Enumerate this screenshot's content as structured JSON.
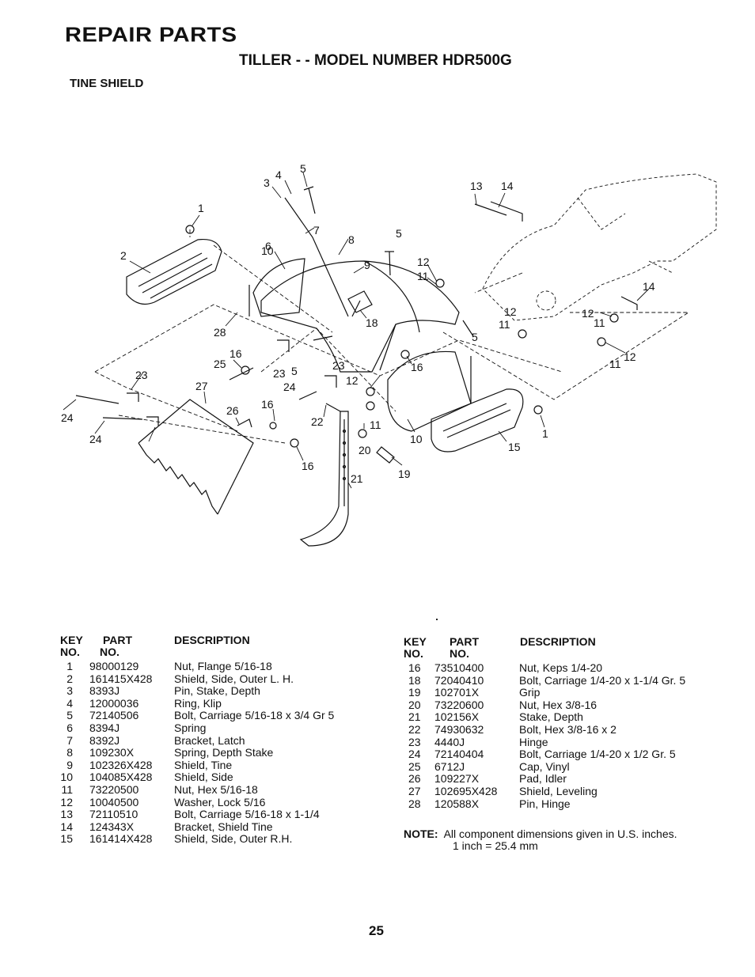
{
  "header": {
    "title": "REPAIR PARTS",
    "subtitle": "TILLER - - MODEL NUMBER HDR500G",
    "section": "TINE SHIELD"
  },
  "callouts": [
    "1",
    "2",
    "3",
    "4",
    "5",
    "6",
    "7",
    "8",
    "9",
    "10",
    "12",
    "11",
    "5",
    "13",
    "14",
    "12",
    "11",
    "14",
    "12",
    "11",
    "11",
    "12",
    "28",
    "16",
    "25",
    "23",
    "5",
    "23",
    "24",
    "27",
    "12",
    "26",
    "16",
    "22",
    "11",
    "20",
    "19",
    "21",
    "16",
    "23",
    "24",
    "24",
    "10",
    "15",
    "1",
    "16",
    "18",
    "5"
  ],
  "table_headers": {
    "key": "KEY",
    "no": "NO.",
    "part": "PART",
    "part_no": "NO.",
    "description": "DESCRIPTION"
  },
  "parts_left": [
    {
      "key": "1",
      "part": "98000129",
      "desc": "Nut, Flange 5/16-18"
    },
    {
      "key": "2",
      "part": "161415X428",
      "desc": "Shield, Side, Outer L. H."
    },
    {
      "key": "3",
      "part": "8393J",
      "desc": "Pin, Stake, Depth"
    },
    {
      "key": "4",
      "part": "12000036",
      "desc": "Ring, Klip"
    },
    {
      "key": "5",
      "part": "72140506",
      "desc": "Bolt, Carriage 5/16-18 x 3/4 Gr 5"
    },
    {
      "key": "6",
      "part": "8394J",
      "desc": "Spring"
    },
    {
      "key": "7",
      "part": "8392J",
      "desc": "Bracket, Latch"
    },
    {
      "key": "8",
      "part": "109230X",
      "desc": "Spring, Depth Stake"
    },
    {
      "key": "9",
      "part": "102326X428",
      "desc": "Shield, Tine"
    },
    {
      "key": "10",
      "part": "104085X428",
      "desc": "Shield, Side"
    },
    {
      "key": "11",
      "part": "73220500",
      "desc": "Nut, Hex 5/16-18"
    },
    {
      "key": "12",
      "part": "10040500",
      "desc": "Washer, Lock 5/16"
    },
    {
      "key": "13",
      "part": "72110510",
      "desc": "Bolt, Carriage 5/16-18 x 1-1/4"
    },
    {
      "key": "14",
      "part": "124343X",
      "desc": "Bracket, Shield Tine"
    },
    {
      "key": "15",
      "part": "161414X428",
      "desc": "Shield, Side, Outer R.H."
    }
  ],
  "parts_right": [
    {
      "key": "16",
      "part": "73510400",
      "desc": "Nut, Keps 1/4-20"
    },
    {
      "key": "18",
      "part": "72040410",
      "desc": "Bolt, Carriage 1/4-20 x 1-1/4 Gr. 5"
    },
    {
      "key": "19",
      "part": "102701X",
      "desc": "Grip"
    },
    {
      "key": "20",
      "part": "73220600",
      "desc": "Nut, Hex 3/8-16"
    },
    {
      "key": "21",
      "part": "102156X",
      "desc": "Stake, Depth"
    },
    {
      "key": "22",
      "part": "74930632",
      "desc": "Bolt, Hex 3/8-16 x 2"
    },
    {
      "key": "23",
      "part": "4440J",
      "desc": "Hinge"
    },
    {
      "key": "24",
      "part": "72140404",
      "desc": "Bolt, Carriage 1/4-20 x 1/2 Gr. 5"
    },
    {
      "key": "25",
      "part": "6712J",
      "desc": "Cap, Vinyl"
    },
    {
      "key": "26",
      "part": "109227X",
      "desc": "Pad, Idler"
    },
    {
      "key": "27",
      "part": "102695X428",
      "desc": "Shield, Leveling"
    },
    {
      "key": "28",
      "part": "120588X",
      "desc": "Pin, Hinge"
    }
  ],
  "note": {
    "label": "NOTE:",
    "line1": "All component dimensions given in U.S. inches.",
    "line2": "1 inch = 25.4 mm"
  },
  "page_number": "25"
}
